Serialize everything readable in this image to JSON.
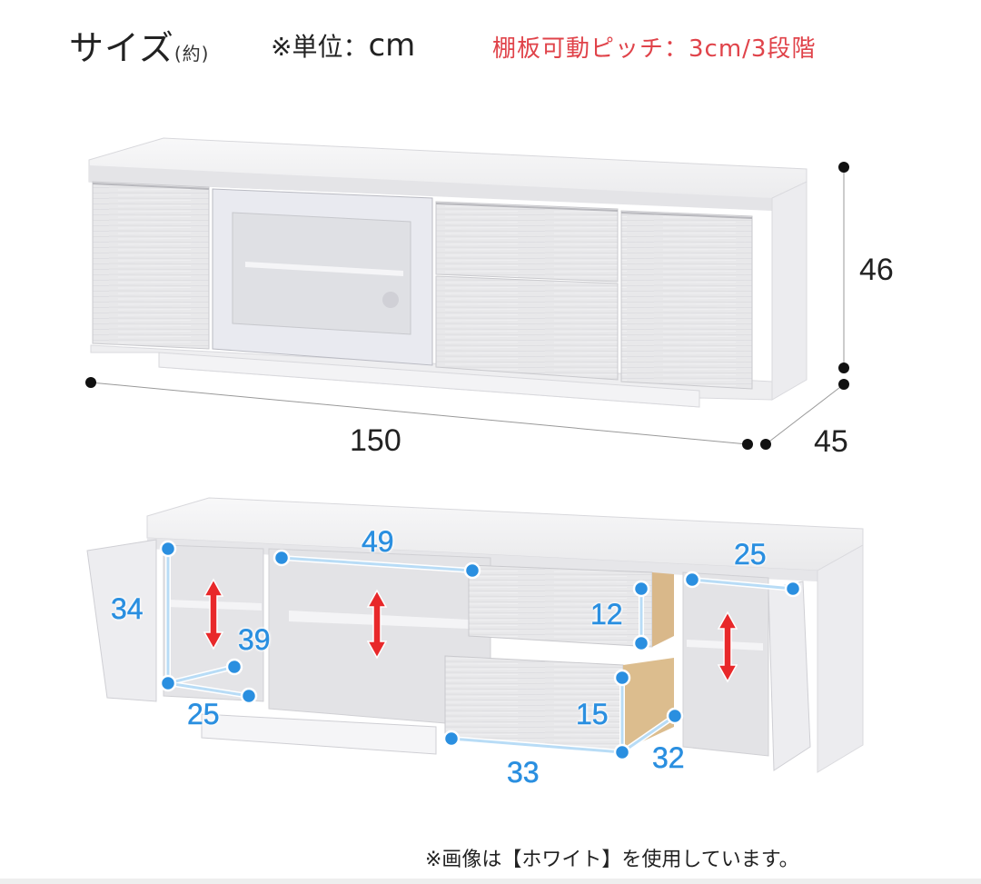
{
  "header": {
    "title": "サイズ",
    "title_paren": "(約)",
    "unit_label": "※単位：",
    "unit_value": "cm",
    "shelf_pitch": "棚板可動ピッチ：3cm/3段階"
  },
  "colors": {
    "pitch_text": "#e0434a",
    "inner_dim": "#2a8fe0",
    "arrow": "#e8282a",
    "furniture": "#f1f1f3"
  },
  "exterior_dimensions": {
    "width": "150",
    "height": "46",
    "depth": "45"
  },
  "interior_dimensions": {
    "left_cabinet_height": "34",
    "left_cabinet_width": "25",
    "center_height": "39",
    "center_width": "49",
    "top_drawer_height": "12",
    "bottom_drawer_height": "15",
    "bottom_drawer_width": "33",
    "bottom_drawer_depth": "32",
    "right_cabinet_width": "25"
  },
  "footnote": "※画像は【ホワイト】を使用しています。"
}
